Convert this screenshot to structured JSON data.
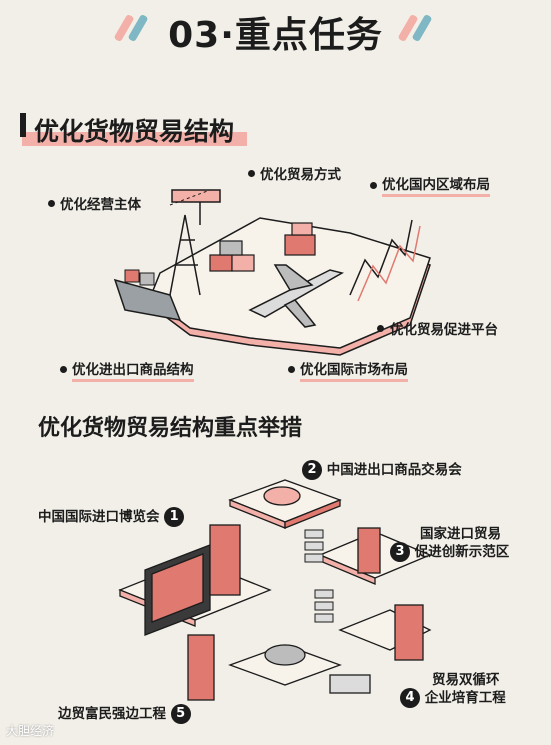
{
  "header": {
    "title": "03·重点任务"
  },
  "section1": {
    "title": "优化货物贸易结构",
    "labels": {
      "trade_mode": "优化贸易方式",
      "regional_layout": "优化国内区域布局",
      "business_entity": "优化经营主体",
      "promotion_platform": "优化贸易促进平台",
      "import_export_structure": "优化进出口商品结构",
      "international_market": "优化国际市场布局"
    }
  },
  "section2": {
    "title": "优化货物贸易结构重点举措",
    "items": [
      {
        "num": "1",
        "label": "中国国际进口博览会"
      },
      {
        "num": "2",
        "label": "中国进出口商品交易会"
      },
      {
        "num": "3",
        "label_line1": "国家进口贸易",
        "label_line2": "促进创新示范区"
      },
      {
        "num": "4",
        "label_line1": "贸易双循环",
        "label_line2": "企业培育工程"
      },
      {
        "num": "5",
        "label": "边贸富民强边工程"
      }
    ]
  },
  "watermark": "大胆经济",
  "colors": {
    "background": "#f2efe8",
    "accent": "#f2b0a8",
    "accent_dark": "#e07a70",
    "ink": "#1c1c1c"
  }
}
